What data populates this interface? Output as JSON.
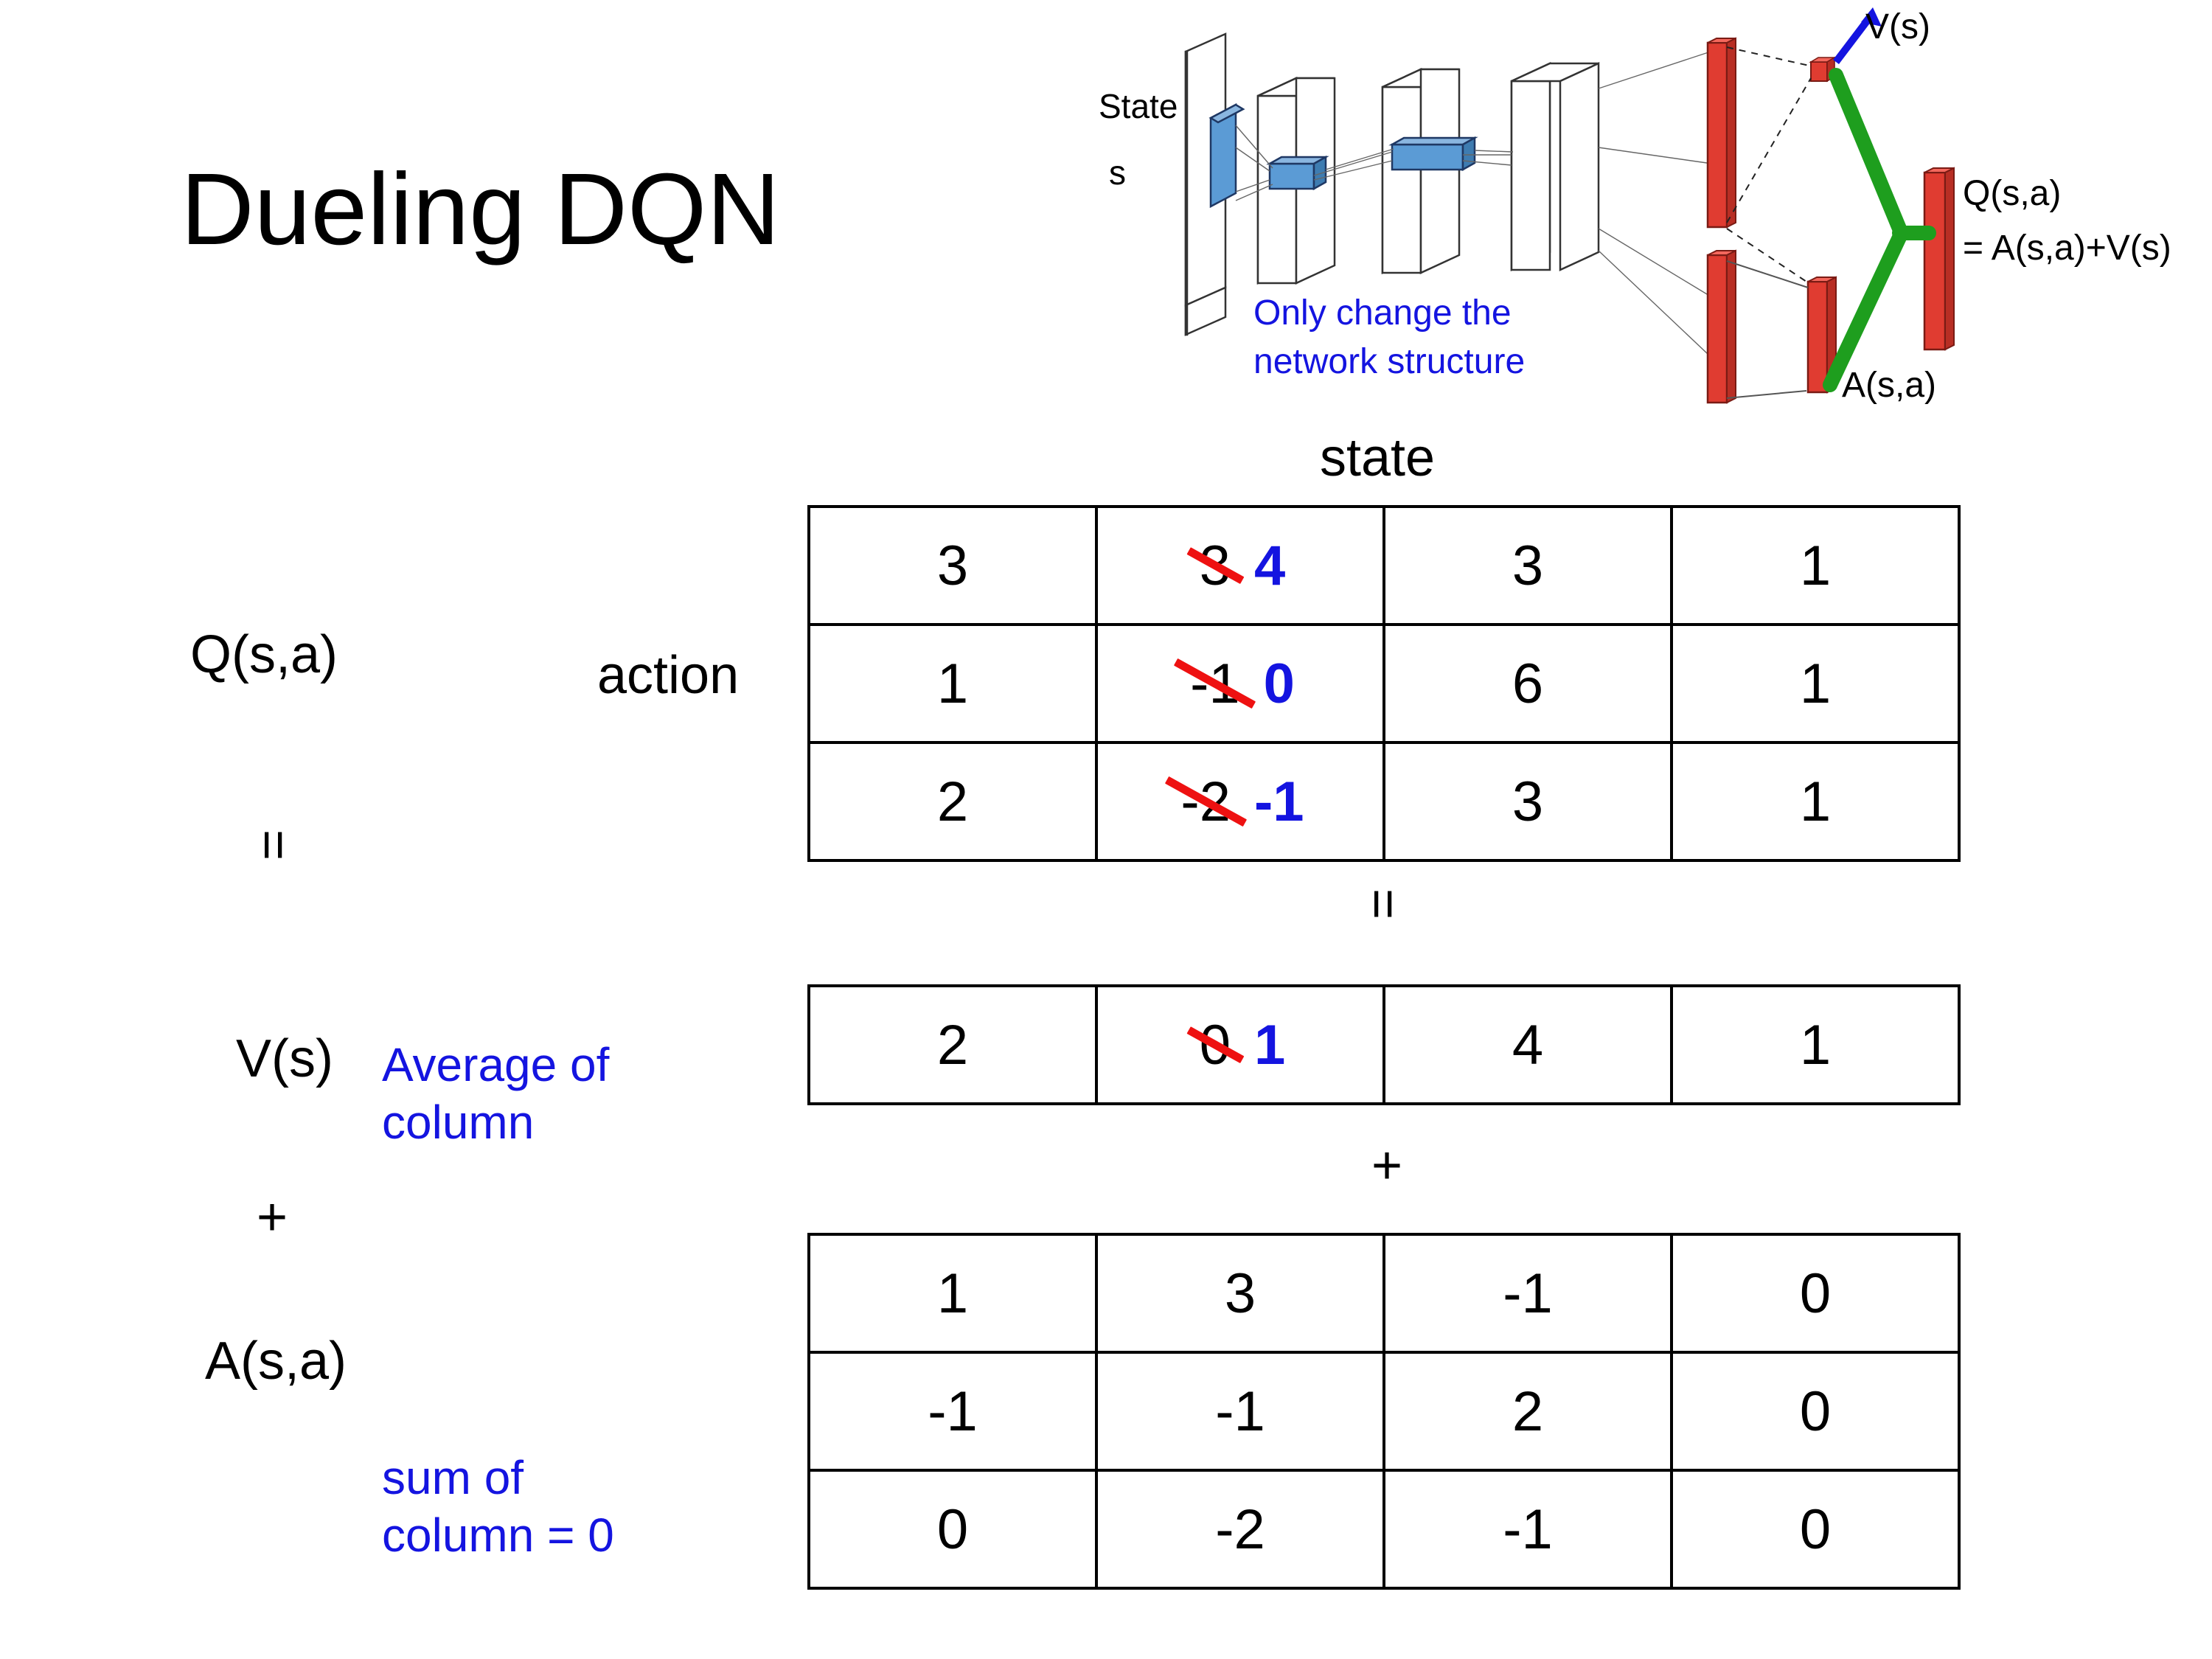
{
  "slide": {
    "title": "Dueling DQN"
  },
  "diagram": {
    "state_label_line1": "State",
    "state_label_line2": "s",
    "note_line1": "Only change the",
    "note_line2": "network structure",
    "v_label": "V(s)",
    "a_label": "A(s,a)",
    "q_label_line1": "Q(s,a)",
    "q_label_line2": "= A(s,a)+V(s)",
    "note_color": "#1414E0",
    "value_stream_color": "#CC2222",
    "arrow_color": "#1414E0",
    "combine_color": "#1E9E1E"
  },
  "labels": {
    "q_function": "Q(s,a)",
    "v_function": "V(s)",
    "a_function": "A(s,a)",
    "action_axis": "action",
    "state_axis": "state",
    "equals": "=",
    "plus": "+"
  },
  "annotations": {
    "average_of_column": "Average of\ncolumn",
    "sum_of_column": "sum of\ncolumn = 0",
    "color": "#1414E0"
  },
  "colors": {
    "strikethrough": "#EE1111",
    "updated_value": "#1414E0",
    "text": "#000000",
    "background": "#FFFFFF"
  },
  "chart_data": {
    "type": "table",
    "title": "Dueling DQN value decomposition Q(s,a) = V(s) + A(s,a)",
    "xlabel": "state",
    "ylabel": "action",
    "tables": [
      {
        "name": "Q(s,a)",
        "rows": 3,
        "cols": 4,
        "values": [
          [
            {
              "value": "3"
            },
            {
              "value": "3",
              "struck": true,
              "new_value": "4"
            },
            {
              "value": "3"
            },
            {
              "value": "1"
            }
          ],
          [
            {
              "value": "1"
            },
            {
              "value": "-1",
              "struck": true,
              "new_value": "0"
            },
            {
              "value": "6"
            },
            {
              "value": "1"
            }
          ],
          [
            {
              "value": "2"
            },
            {
              "value": "-2",
              "struck": true,
              "new_value": "-1"
            },
            {
              "value": "3"
            },
            {
              "value": "1"
            }
          ]
        ]
      },
      {
        "name": "V(s)",
        "rows": 1,
        "cols": 4,
        "values": [
          [
            {
              "value": "2"
            },
            {
              "value": "0",
              "struck": true,
              "new_value": "1"
            },
            {
              "value": "4"
            },
            {
              "value": "1"
            }
          ]
        ]
      },
      {
        "name": "A(s,a)",
        "rows": 3,
        "cols": 4,
        "values": [
          [
            {
              "value": "1"
            },
            {
              "value": "3"
            },
            {
              "value": "-1"
            },
            {
              "value": "0"
            }
          ],
          [
            {
              "value": "-1"
            },
            {
              "value": "-1"
            },
            {
              "value": "2"
            },
            {
              "value": "0"
            }
          ],
          [
            {
              "value": "0"
            },
            {
              "value": "-2"
            },
            {
              "value": "-1"
            },
            {
              "value": "0"
            }
          ]
        ]
      }
    ]
  }
}
